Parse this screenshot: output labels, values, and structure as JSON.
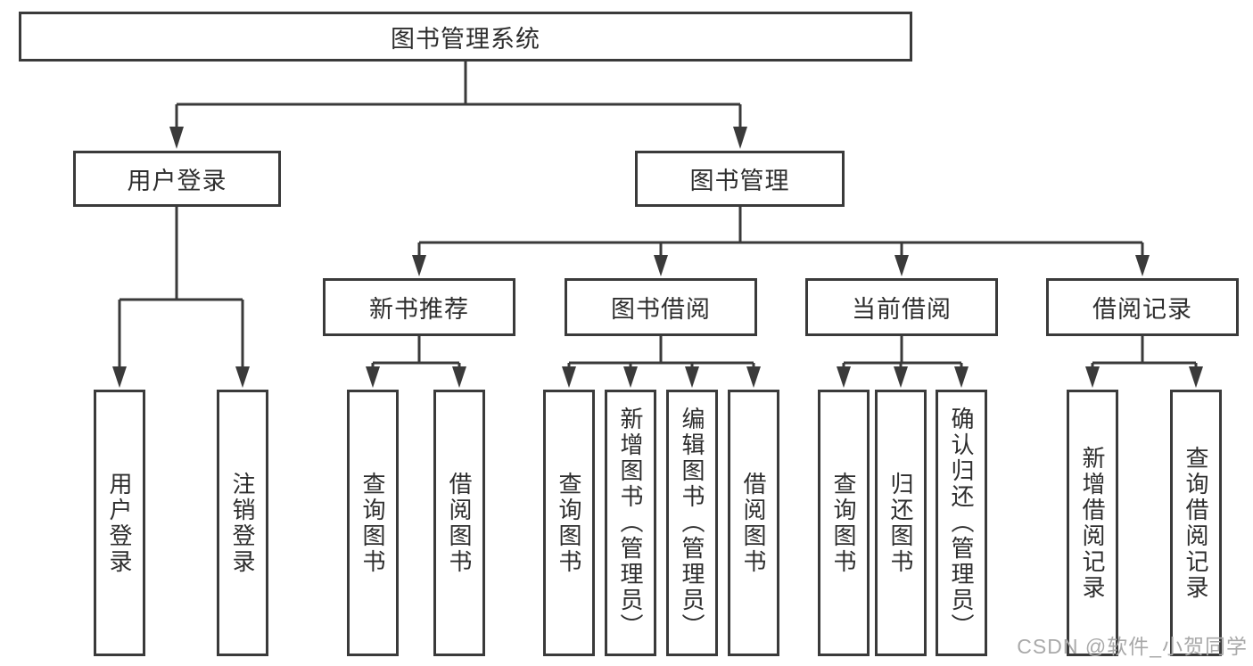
{
  "style": {
    "line_color": "#3a3a3a",
    "text_color": "#2e2e2e",
    "watermark_color": "#a9a9a9",
    "background": "#ffffff"
  },
  "watermark": "CSDN @软件_小贺同学",
  "tree": {
    "label": "图书管理系统",
    "children": [
      {
        "label": "用户登录",
        "children": [
          {
            "label": "用户登录"
          },
          {
            "label": "注销登录"
          }
        ]
      },
      {
        "label": "图书管理",
        "children": [
          {
            "label": "新书推荐",
            "children": [
              {
                "label": "查询图书"
              },
              {
                "label": "借阅图书"
              }
            ]
          },
          {
            "label": "图书借阅",
            "children": [
              {
                "label": "查询图书"
              },
              {
                "label": "新增图书（管理员）"
              },
              {
                "label": "编辑图书（管理员）"
              },
              {
                "label": "借阅图书"
              }
            ]
          },
          {
            "label": "当前借阅",
            "children": [
              {
                "label": "查询图书"
              },
              {
                "label": "归还图书"
              },
              {
                "label": "确认归还（管理员）"
              }
            ]
          },
          {
            "label": "借阅记录",
            "children": [
              {
                "label": "新增借阅记录"
              },
              {
                "label": "查询借阅记录"
              }
            ]
          }
        ]
      }
    ]
  }
}
